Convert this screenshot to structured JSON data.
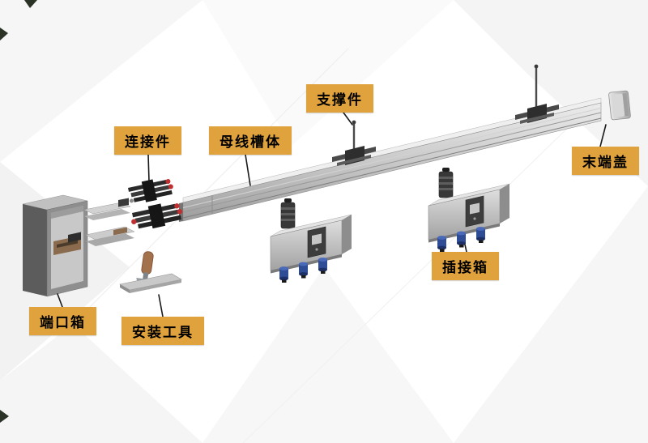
{
  "labels": {
    "support": "支撑件",
    "connector": "连接件",
    "busbar_body": "母线槽体",
    "end_cap": "末端盖",
    "port_box": "端口箱",
    "install_tool": "安装工具",
    "plug_in_box": "插接箱"
  },
  "colors": {
    "label_bg": "#DFA23C",
    "label_text": "#000000",
    "pointer_line": "#1A1A1A",
    "rail_light": "#ECECEC",
    "rail_dark": "#9D9D9D",
    "foot_blue": "#2F4D97",
    "red_dot": "#C03030",
    "handle_brown": "#A4714D"
  }
}
